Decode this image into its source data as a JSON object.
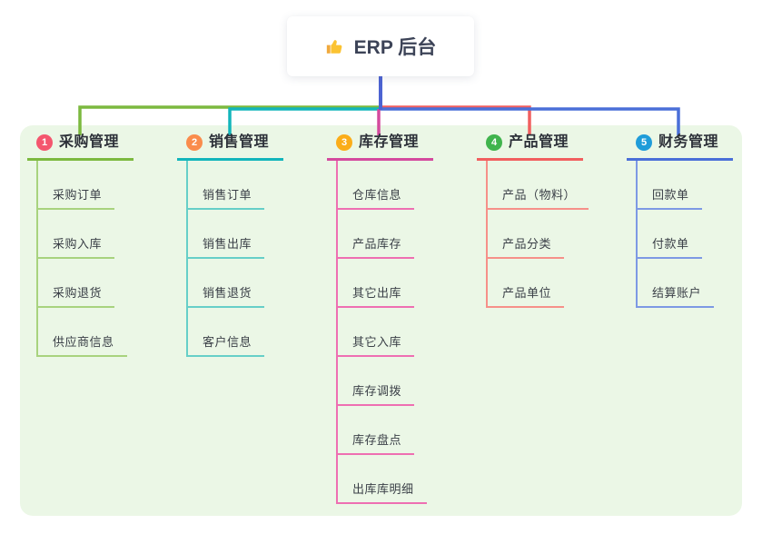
{
  "root": {
    "label": "ERP 后台",
    "icon": "thumbs-up-icon"
  },
  "colors": {
    "canvas_bg": "#ffffff",
    "panel_bg": "#ebf7e6",
    "root_connector": "#4c63d2",
    "root_text": "#3c4357",
    "title_text": "#2d3139",
    "child_text": "#3a3f47",
    "thumb_yellow": "#fbc332",
    "thumb_cuff": "#f0a93c"
  },
  "branches": [
    {
      "number": "1",
      "title": "采购管理",
      "badge_color": "#f4566e",
      "line_color": "#7cb93f",
      "child_line_color": "#a8d37e",
      "children": [
        "采购订单",
        "采购入库",
        "采购退货",
        "供应商信息"
      ]
    },
    {
      "number": "2",
      "title": "销售管理",
      "badge_color": "#fa8c4c",
      "line_color": "#13b5bb",
      "child_line_color": "#66cfc8",
      "children": [
        "销售订单",
        "销售出库",
        "销售退货",
        "客户信息"
      ]
    },
    {
      "number": "3",
      "title": "库存管理",
      "badge_color": "#fbad19",
      "line_color": "#d44a9e",
      "child_line_color": "#ee6fb2",
      "children": [
        "仓库信息",
        "产品库存",
        "其它出库",
        "其它入库",
        "库存调拨",
        "库存盘点",
        "出库库明细"
      ]
    },
    {
      "number": "4",
      "title": "产品管理",
      "badge_color": "#40b44d",
      "line_color": "#f15f5f",
      "child_line_color": "#f69089",
      "children": [
        "产品（物料）",
        "产品分类",
        "产品单位"
      ]
    },
    {
      "number": "5",
      "title": "财务管理",
      "badge_color": "#1f9cd9",
      "line_color": "#4a6fd8",
      "child_line_color": "#7d99e4",
      "children": [
        "回款单",
        "付款单",
        "结算账户"
      ]
    }
  ]
}
